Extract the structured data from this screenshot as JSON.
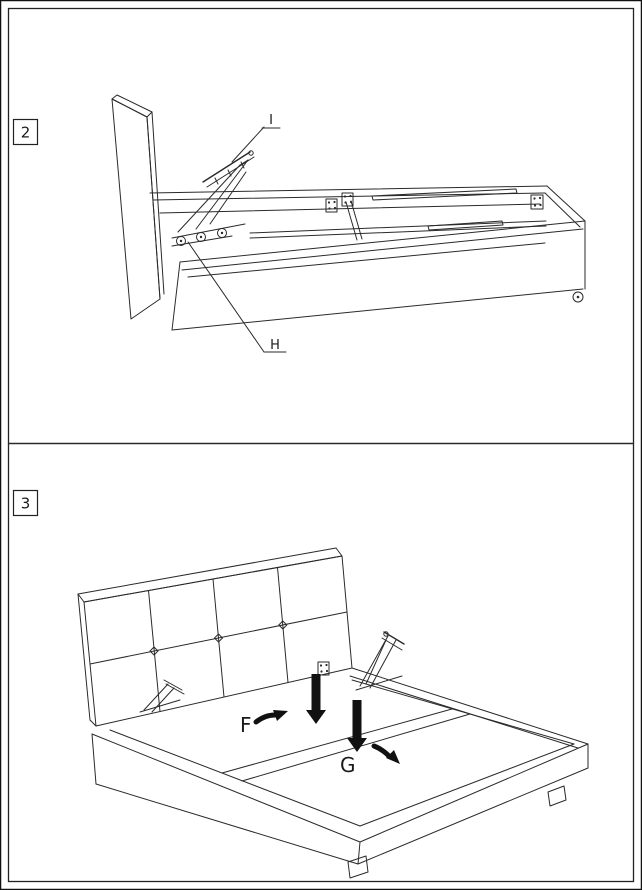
{
  "sheet": {
    "steps": [
      {
        "number": "2",
        "labels": {
          "lift_arm": "I",
          "roller_mechanism": "H"
        }
      },
      {
        "number": "3",
        "labels": {
          "head_slat_panel": "F",
          "foot_slat_panel": "G"
        }
      }
    ]
  }
}
